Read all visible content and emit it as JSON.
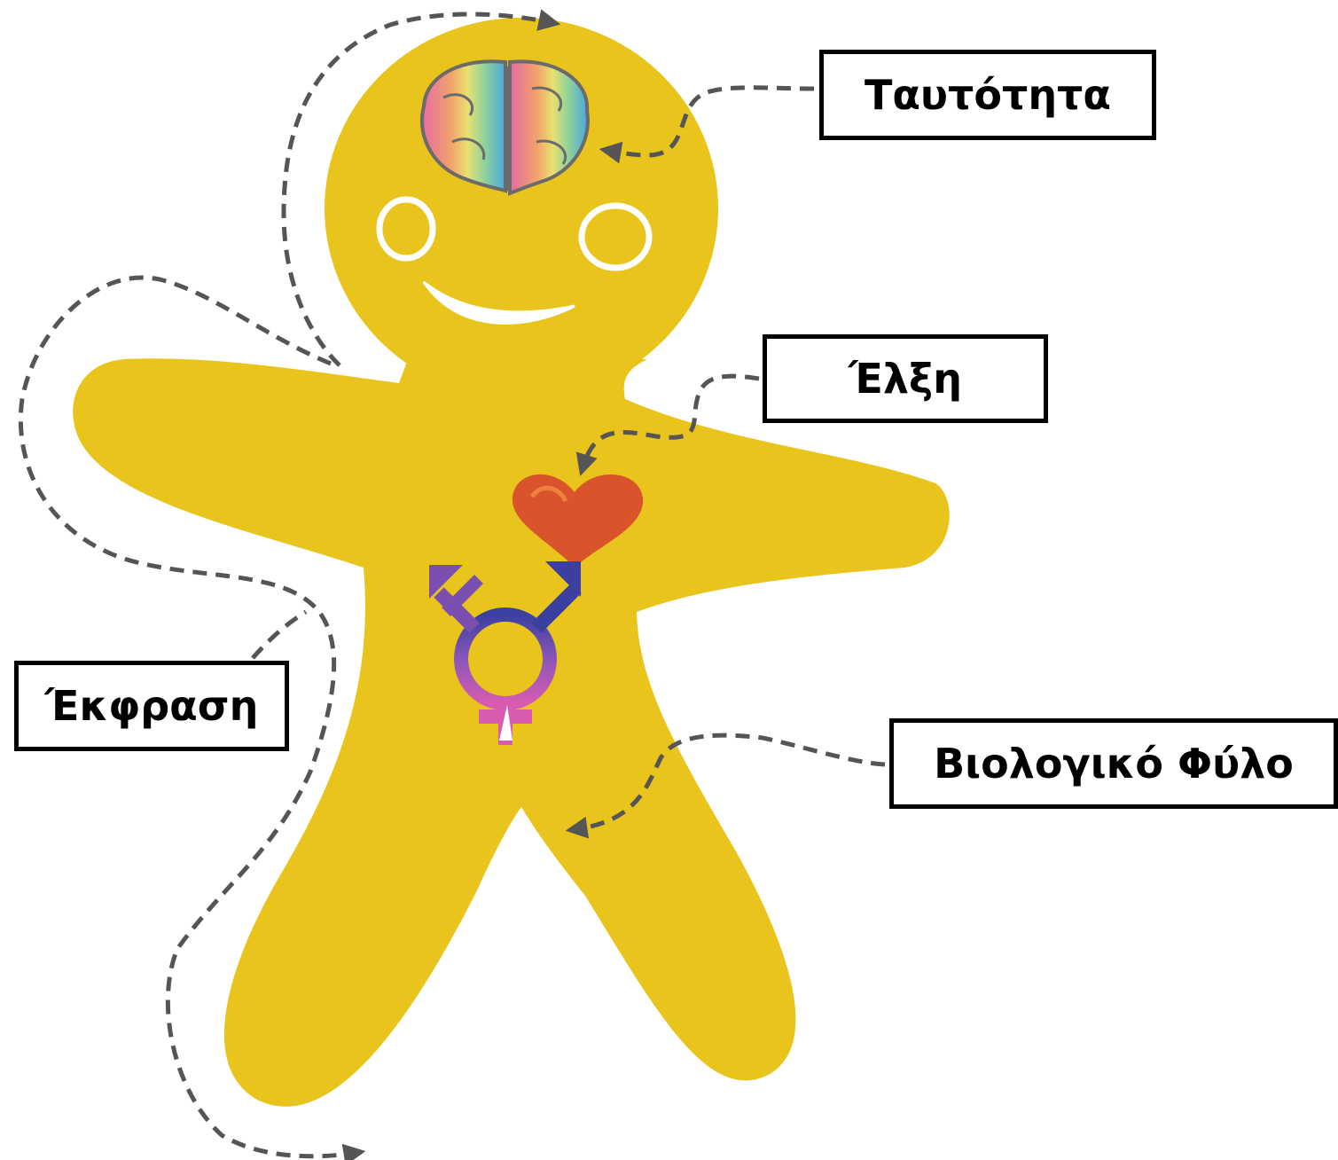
{
  "labels": {
    "identity": "Ταυτότητα",
    "attraction": "Έλξη",
    "expression": "Έκφραση",
    "biological_sex": "Βιολογικό Φύλο"
  },
  "colors": {
    "body": "#E9C41C",
    "heart": "#D9542A",
    "arrow": "#555555",
    "trans_symbol_top": "#3A3FA0",
    "trans_symbol_bottom": "#D85BB0"
  }
}
